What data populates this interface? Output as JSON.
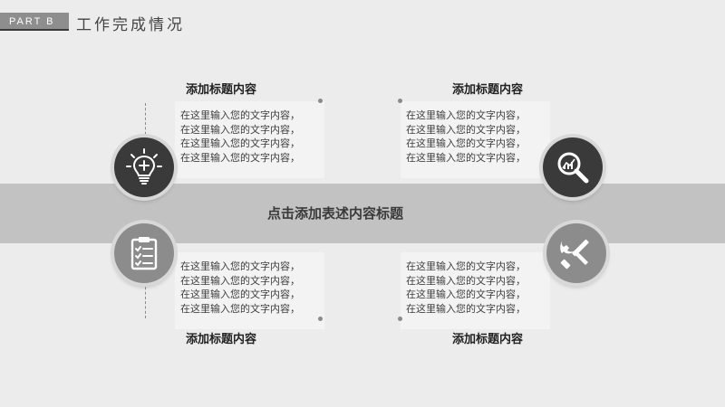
{
  "header": {
    "part_label": "PART B",
    "title": "工作完成情况"
  },
  "center_band": {
    "title": "点击添加表述内容标题"
  },
  "sections": [
    {
      "heading": "添加标题内容",
      "lines": [
        "在这里输入您的文字内容，",
        "在这里输入您的文字内容，",
        "在这里输入您的文字内容，",
        "在这里输入您的文字内容，"
      ],
      "icon": "lightbulb-plus-icon"
    },
    {
      "heading": "添加标题内容",
      "lines": [
        "在这里输入您的文字内容，",
        "在这里输入您的文字内容，",
        "在这里输入您的文字内容，",
        "在这里输入您的文字内容，"
      ],
      "icon": "magnifier-chart-icon"
    },
    {
      "heading": "添加标题内容",
      "lines": [
        "在这里输入您的文字内容，",
        "在这里输入您的文字内容，",
        "在这里输入您的文字内容，",
        "在这里输入您的文字内容，"
      ],
      "icon": "clipboard-checklist-icon"
    },
    {
      "heading": "添加标题内容",
      "lines": [
        "在这里输入您的文字内容，",
        "在这里输入您的文字内容，",
        "在这里输入您的文字内容，",
        "在这里输入您的文字内容，"
      ],
      "icon": "wrench-screwdriver-icon"
    }
  ]
}
